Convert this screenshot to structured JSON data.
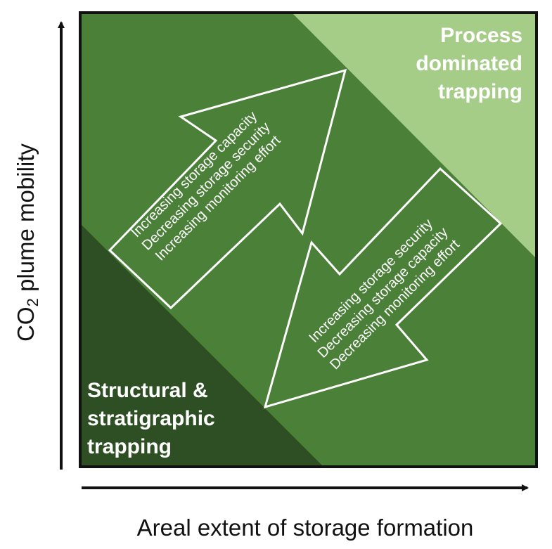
{
  "axes": {
    "x_label": "Areal extent of storage formation",
    "y_label_main": "CO",
    "y_label_sub": "2",
    "y_label_rest": " plume mobility"
  },
  "regions": {
    "top_right": [
      "Process",
      "dominated",
      "trapping"
    ],
    "bottom_left": [
      "Structural &",
      "stratigraphic",
      "trapping"
    ]
  },
  "arrows": {
    "upward": [
      "Increasing storage capacity",
      "Decreasing storage security",
      "Increasing monitoring effort"
    ],
    "downward": [
      "Increasing storage security",
      "Decreasing storage capacity",
      "Decreasing monitoring effort"
    ]
  },
  "colors": {
    "middle_band": "#4a8038",
    "top_right_region": "#a6cd88",
    "bottom_left_region": "#2d4f23",
    "border": "#111111",
    "arrow_outline": "#ffffff"
  }
}
